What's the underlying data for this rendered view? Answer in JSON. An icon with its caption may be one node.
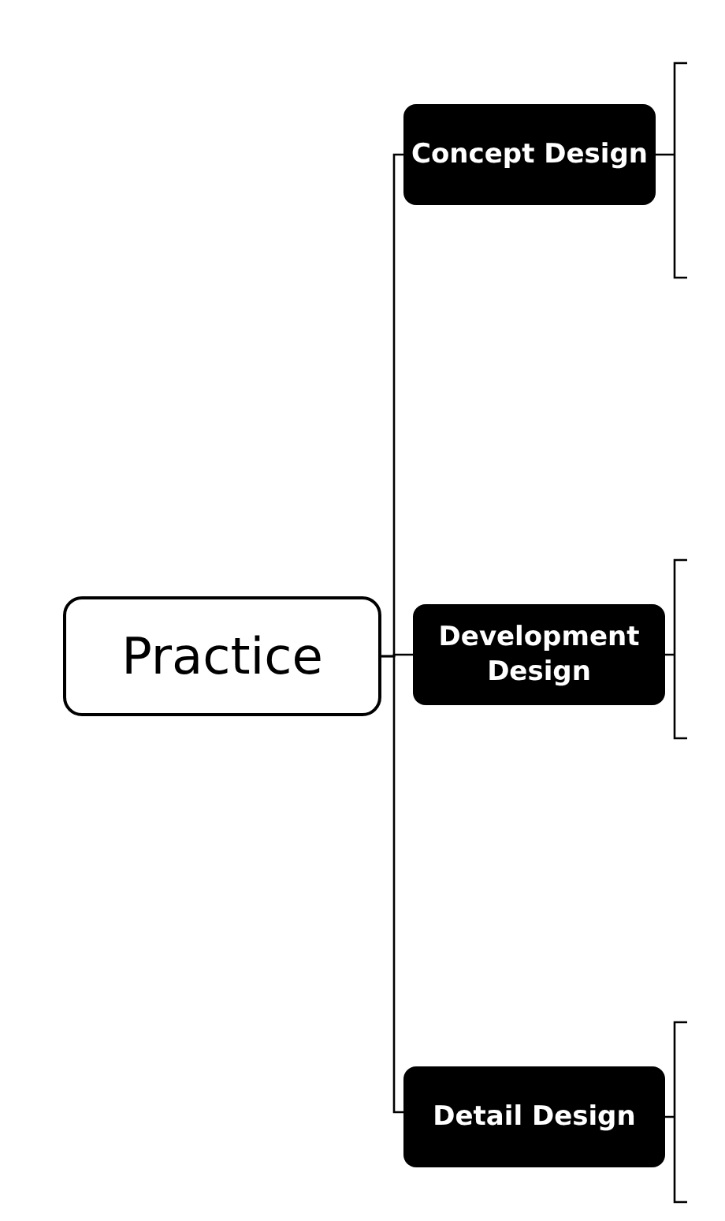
{
  "diagram": {
    "nodes": [
      {
        "text": [
          "Practice"
        ]
      },
      {
        "text": [
          "Concept Design"
        ]
      },
      {
        "text": [
          "Development Design"
        ]
      },
      {
        "text": [
          "Detail Design"
        ]
      }
    ],
    "edges": [
      {
        "from": 0,
        "to": 1,
        "arrow": "none"
      },
      {
        "from": 0,
        "to": 2,
        "arrow": "none"
      },
      {
        "from": 0,
        "to": 3,
        "arrow": "none"
      }
    ]
  }
}
